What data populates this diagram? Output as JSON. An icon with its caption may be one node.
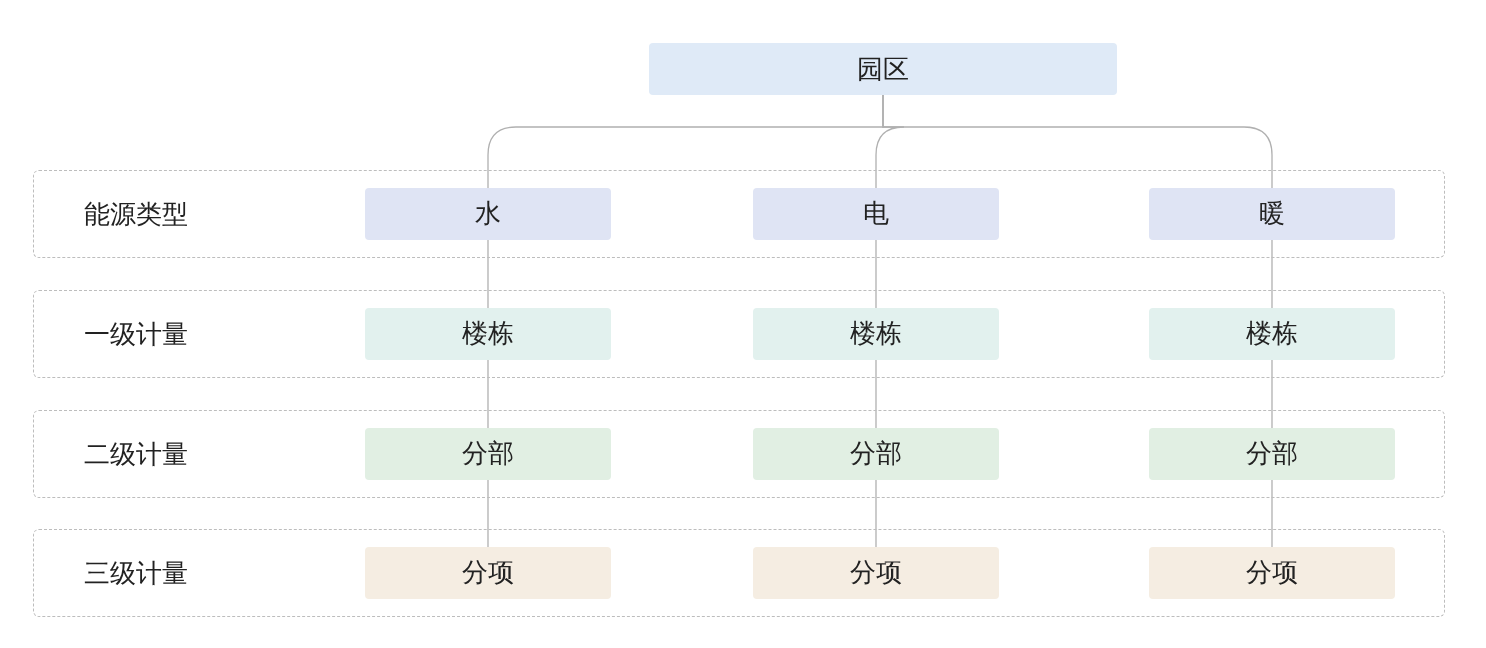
{
  "diagram": {
    "nodes": [
      {
        "text": [
          "园区"
        ]
      },
      {
        "text": [
          "能源类型"
        ]
      },
      {
        "text": [
          "水"
        ],
        "in": 1
      },
      {
        "text": [
          "电"
        ],
        "in": 1
      },
      {
        "text": [
          "暖"
        ],
        "in": 1
      },
      {
        "text": [
          "一级计量"
        ]
      },
      {
        "text": [
          "楼栋"
        ],
        "in": 5
      },
      {
        "text": [
          "楼栋"
        ],
        "in": 5
      },
      {
        "text": [
          "楼栋"
        ],
        "in": 5
      },
      {
        "text": [
          "二级计量"
        ]
      },
      {
        "text": [
          "分部"
        ],
        "in": 9
      },
      {
        "text": [
          "分部"
        ],
        "in": 9
      },
      {
        "text": [
          "分部"
        ],
        "in": 9
      },
      {
        "text": [
          "三级计量"
        ]
      },
      {
        "text": [
          "分项"
        ],
        "in": 13
      },
      {
        "text": [
          "分项"
        ],
        "in": 13
      },
      {
        "text": [
          "分项"
        ],
        "in": 13
      }
    ],
    "edges": [
      {
        "from": 0,
        "to": 2,
        "arrow": "none"
      },
      {
        "from": 0,
        "to": 3,
        "arrow": "none"
      },
      {
        "from": 0,
        "to": 4,
        "arrow": "none"
      },
      {
        "from": 2,
        "to": 6,
        "arrow": "none"
      },
      {
        "from": 6,
        "to": 10,
        "arrow": "none"
      },
      {
        "from": 10,
        "to": 14,
        "arrow": "none"
      },
      {
        "from": 3,
        "to": 7,
        "arrow": "none"
      },
      {
        "from": 7,
        "to": 11,
        "arrow": "none"
      },
      {
        "from": 11,
        "to": 15,
        "arrow": "none"
      },
      {
        "from": 4,
        "to": 8,
        "arrow": "none"
      },
      {
        "from": 8,
        "to": 12,
        "arrow": "none"
      },
      {
        "from": 12,
        "to": 16,
        "arrow": "none"
      }
    ]
  }
}
